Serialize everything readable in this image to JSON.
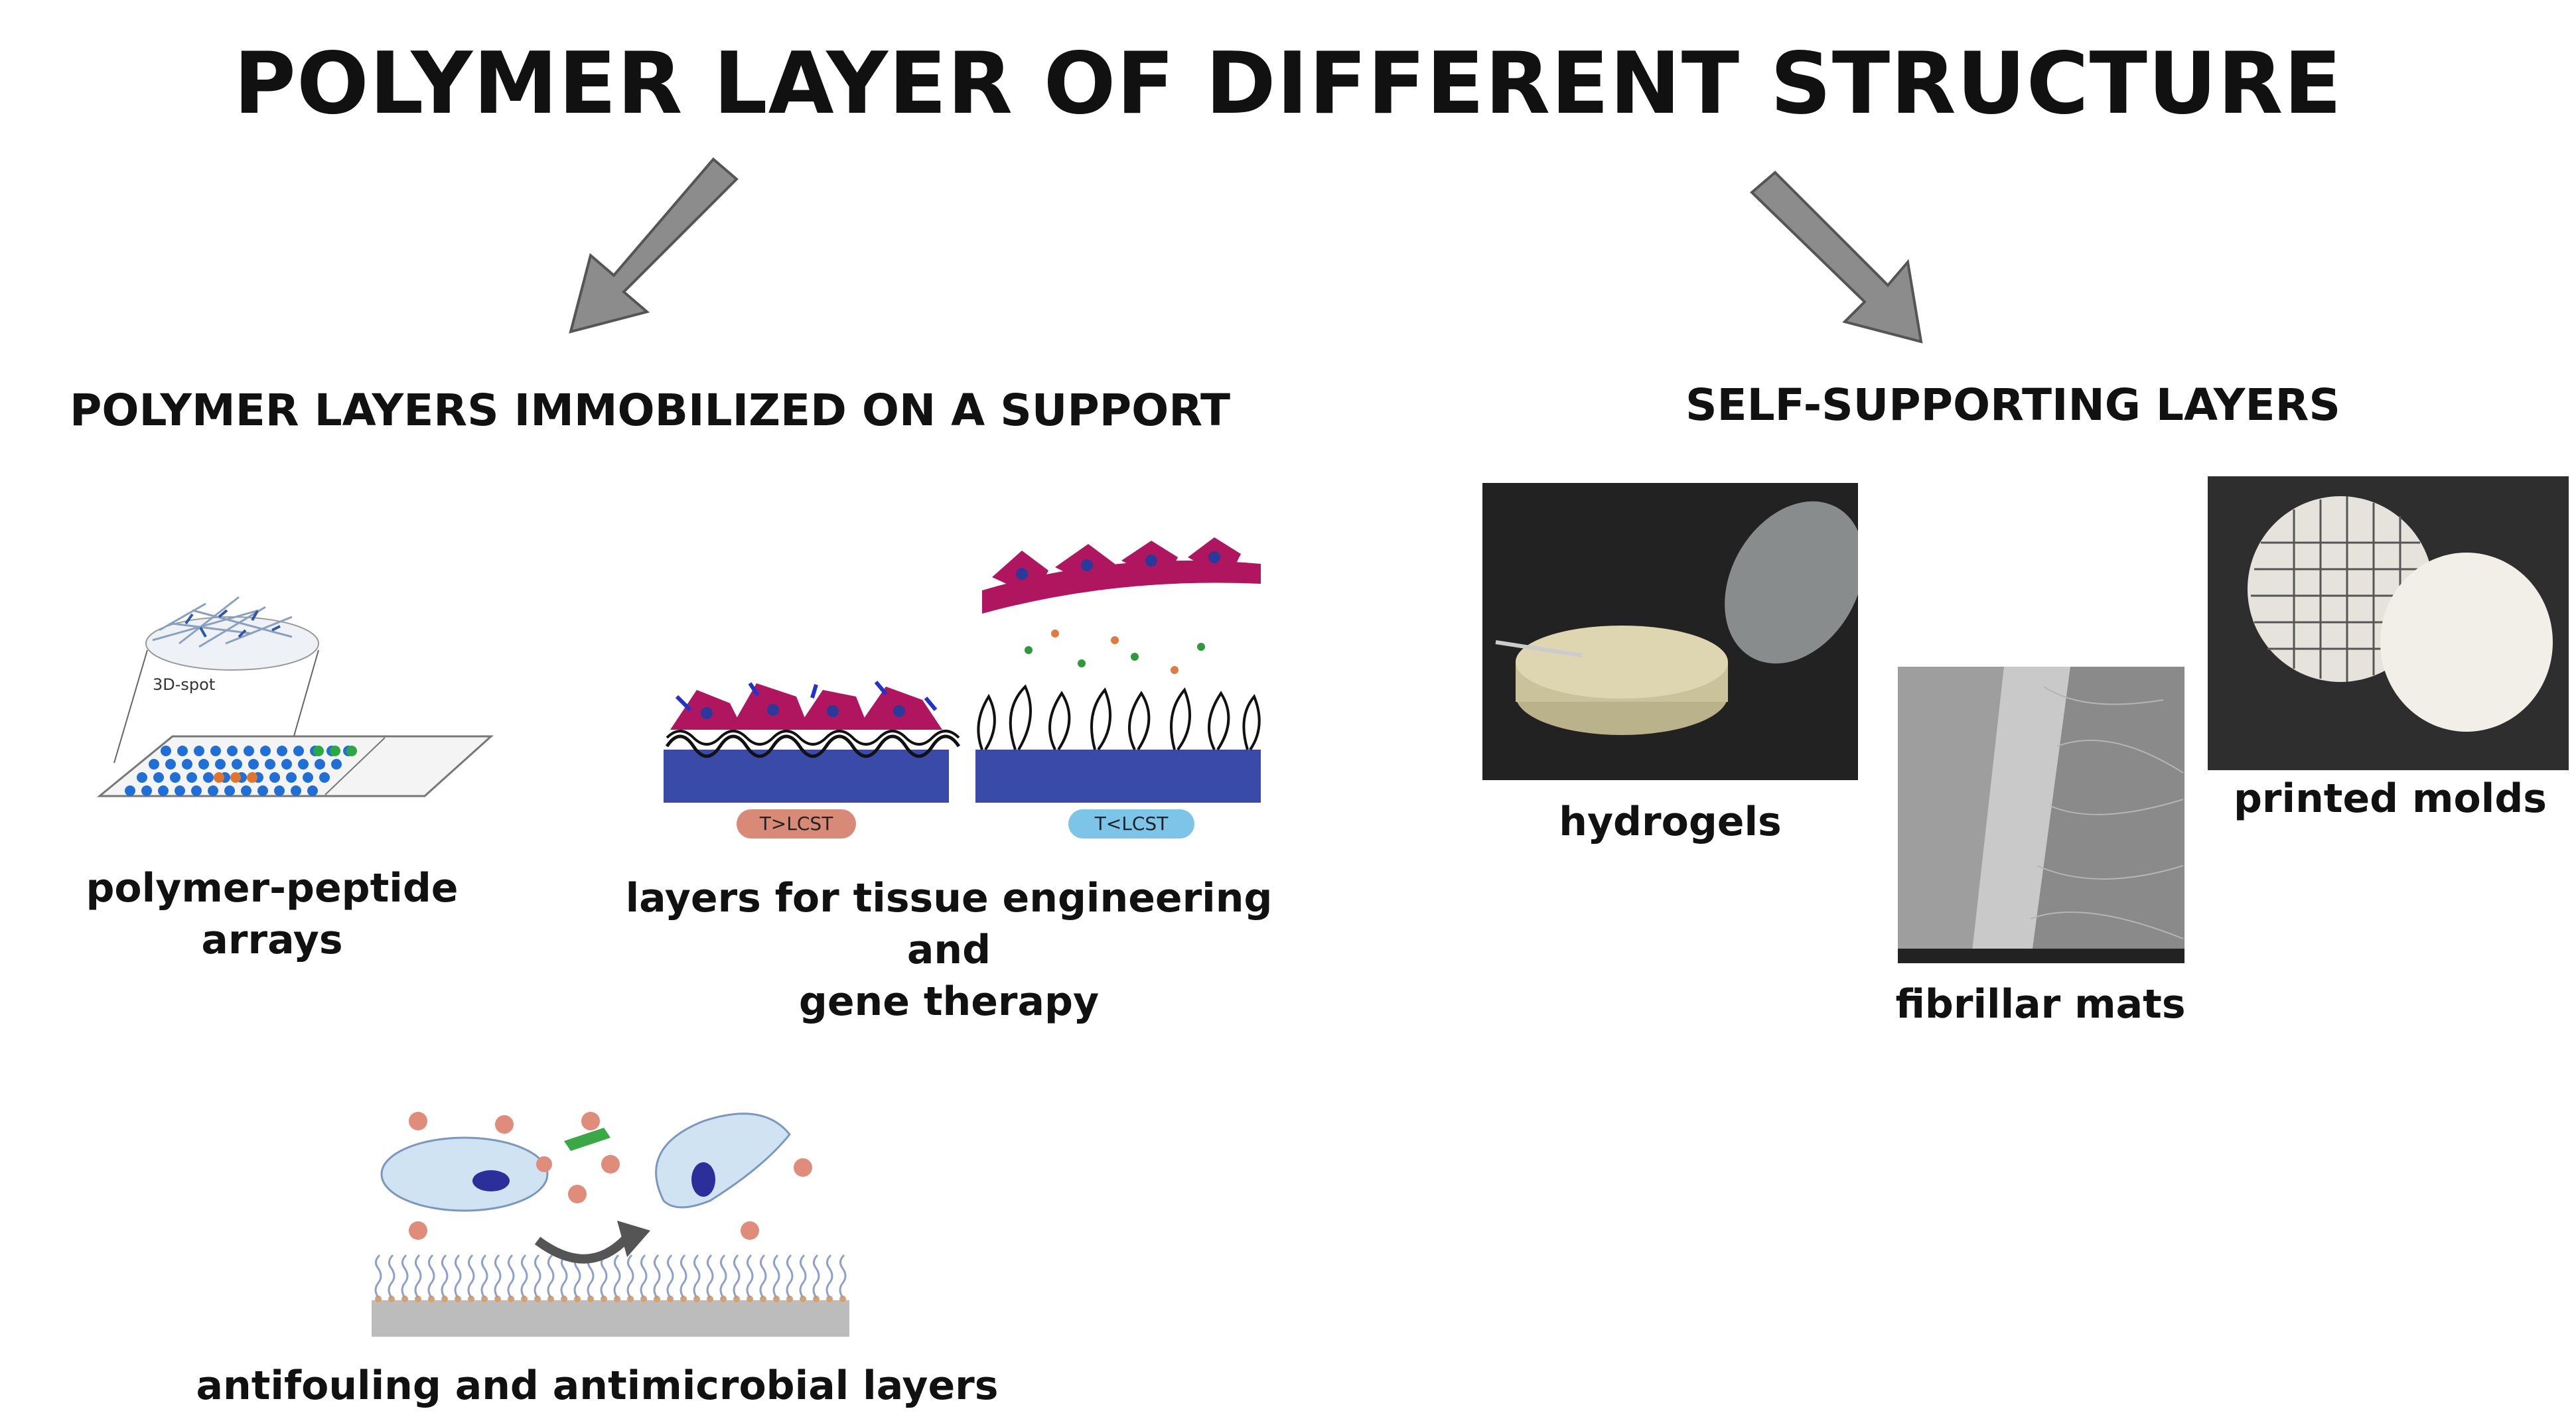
{
  "title": "POLYMER LAYER OF DIFFERENT STRUCTURE",
  "branches": {
    "left": {
      "heading": "POLYMER LAYERS IMMOBILIZED ON A SUPPORT",
      "items": [
        {
          "caption": "polymer-peptide arrays",
          "inner_label": "3D-spot"
        },
        {
          "caption_line1": "layers for tissue engineering and",
          "caption_line2": "gene therapy",
          "tag_hot": "T>LCST",
          "tag_cold": "T<LCST"
        },
        {
          "caption": "antifouling and antimicrobial layers"
        }
      ]
    },
    "right": {
      "heading": "SELF-SUPPORTING LAYERS",
      "items": [
        {
          "caption": "hydrogels"
        },
        {
          "caption": "fibrillar mats"
        },
        {
          "caption": "printed molds"
        }
      ]
    }
  },
  "colors": {
    "arrow": "#8c8c8c",
    "substrate": "#3a4aa8",
    "cell_magenta": "#b0155f",
    "tag_hot": "#d98a76",
    "tag_cold": "#7cc4e8",
    "cell_blue": "#cfe3f3"
  }
}
